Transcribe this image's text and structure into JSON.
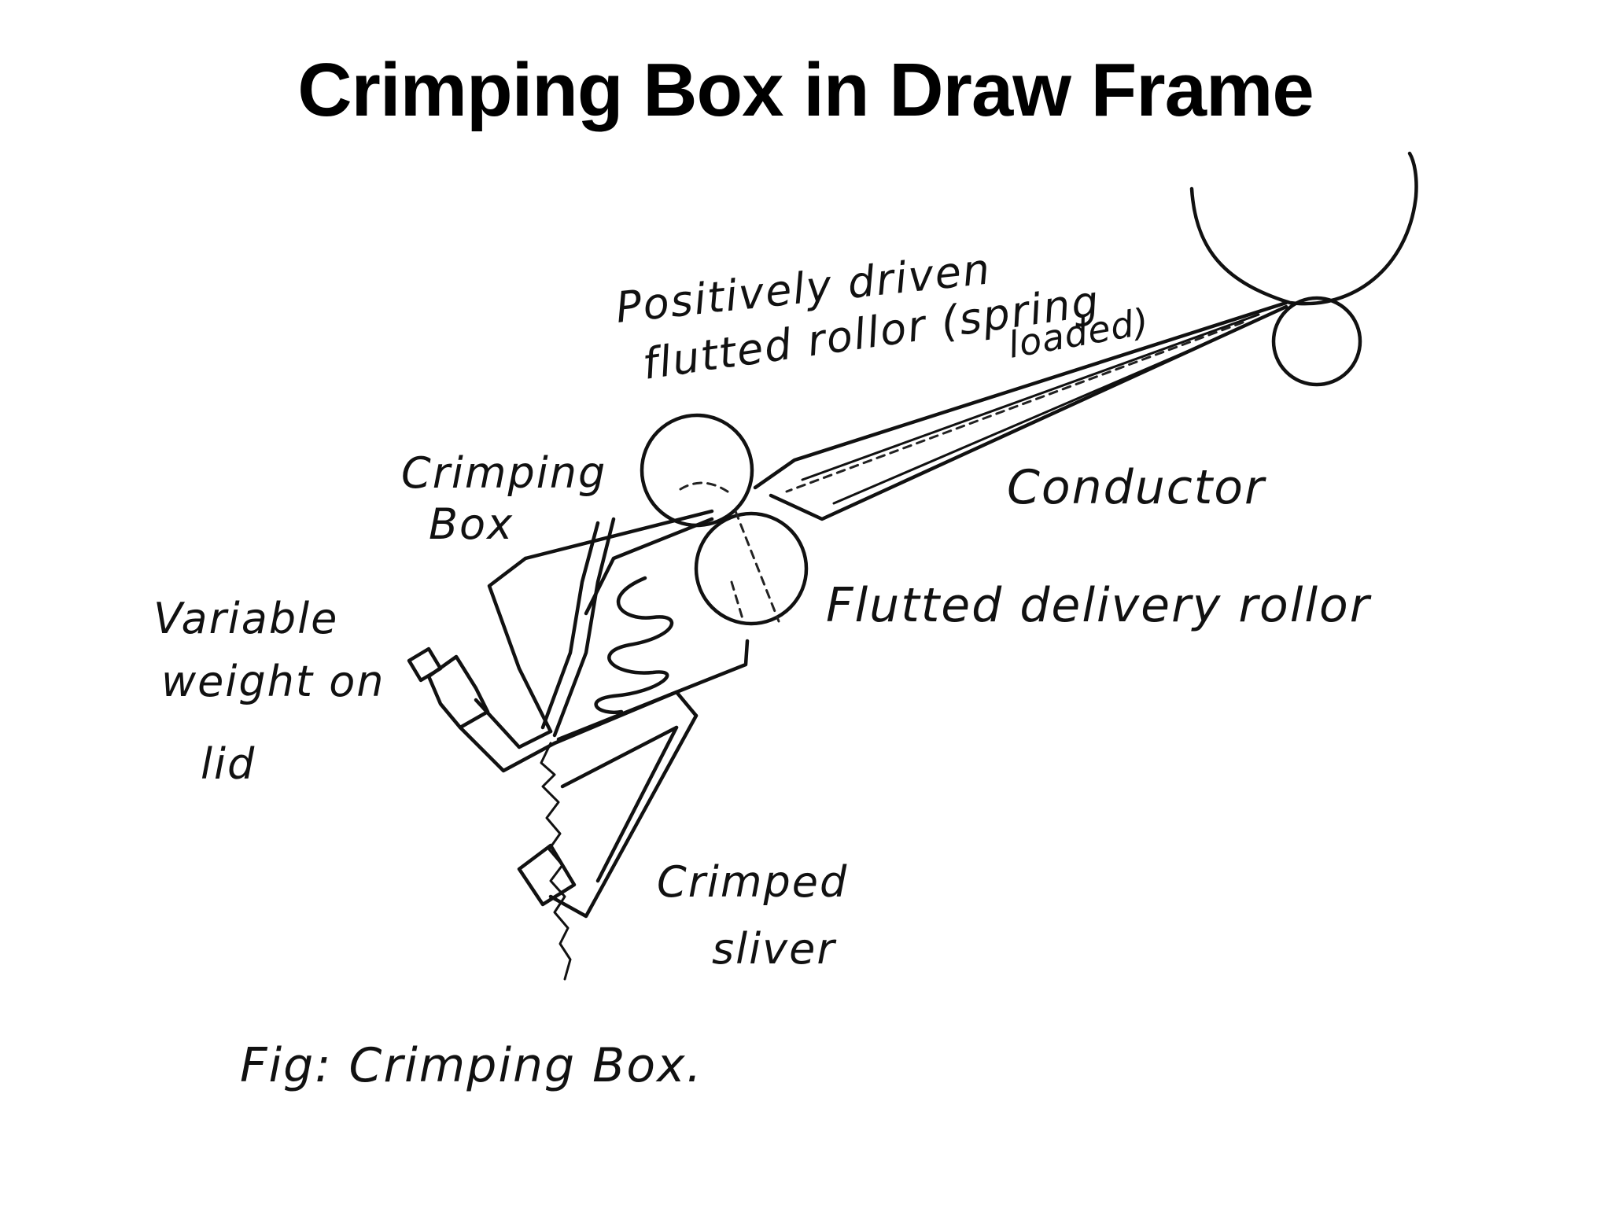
{
  "title": "Crimping Box in Draw Frame",
  "labels": {
    "positively_driven_line1": "Positively driven",
    "positively_driven_line2": "flutted rollor (spring",
    "positively_driven_line3": "loaded)",
    "crimping_box_line1": "Crimping",
    "crimping_box_line2": "Box",
    "conductor": "Conductor",
    "fluted_delivery": "Flutted delivery rollor",
    "variable_weight_line1": "Variable",
    "variable_weight_line2": "weight on",
    "variable_weight_line3": "lid",
    "crimped_sliver_line1": "Crimped",
    "crimped_sliver_line2": "sliver",
    "figure_caption": "Fig: Crimping Box."
  },
  "colors": {
    "ink": "#111111",
    "background": "#ffffff"
  }
}
